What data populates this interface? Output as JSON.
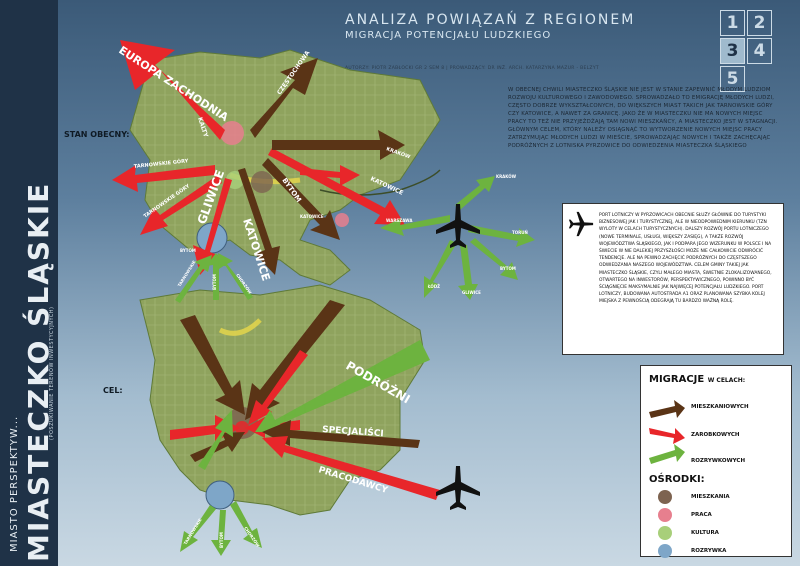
{
  "sidebar": {
    "main": "MIASTECZKO ŚLĄSKIE",
    "series": "MIASTO PERSPEKTYW...",
    "sub": "(POSZUKIWANIE TERENÓW INWESTYCYJNYCH)"
  },
  "header": {
    "title": "ANALIZA POWIĄZAŃ Z REGIONEM",
    "subtitle": "MIGRACJA POTENCJAŁU LUDZKIEGO",
    "authors": "AUTORZY: PIOTR ZABŁOCKI  GR 2 SEM 8   |   PROWADZĄCY: DR INŻ. ARCH. KATARZYNA MAZUR - BELZYT",
    "nav": [
      "1",
      "2",
      "3",
      "4",
      "5"
    ],
    "active_nav": "3"
  },
  "intro": "W OBECNEJ CHWILI MIASTECZKO ŚLĄSKIE NIE JEST W STANIE ZAPEWNIĆ MŁODYM LUDZIOM ROZWOJU KULTUROWEGO I ZAWODOWEGO. SPROWADZAŁO TO EMIGRACJĘ MŁODYCH LUDZI, CZĘSTO DOBRZE WYKSZTAŁCONYCH, DO WIĘKSZYCH MIAST TAKICH JAK TARNOWSKIE GÓRY CZY KATOWICE, A NAWET ZA GRANICĘ. JAKO ŻE W MIASTECZKU NIE MA NOWYCH MIEJSC PRACY TO TEŻ NIE PRZYJEŻDŻAJĄ TAM NOWI MIESZKAŃCY, A MIASTECZKO JEST W STAGNACJI. GŁÓWNYM CELEM, KTÓRY NALEŻY OSIĄGNĄĆ TO WYTWORZENIE NOWYCH MIEJSC PRACY ZATRZYMUJĄC MŁODYCH LUDZI W MIEŚCIE, SPROWADZAJĄC NOWYCH I TAKŻE ZACHĘCAJĄC PODRÓŻNYCH Z LOTNISKA PYRZOWICE DO ODWIEDZENIA MIASTECZKA ŚLĄSKIEGO",
  "airport_text": "PORT LOTNICZY W PYRZOWICACH OBECNIE SŁUŻY GŁÓWNIE DO TURYSTYKI BIZNESOWEJ JAK I TURYSTYCZNEJ, ALE W NIEODPOWIEDNIM KIERUNKU (TZN WYLOTY W CELACH TURYSTYCZNYCH). DALSZY ROZWÓJ PORTU LOTNICZEGO (NOWE TERMINALE, USŁUGI, WIĘKSZY ZASIĘG), A TAKŻE ROZWÓJ WOJEWÓDZTWA ŚLĄSKIEGO, JAK I PODPARA JEGO WIZERUNKU W POLSCE I NA ŚWIECIE W NIE DALEKIEJ PRZYSZŁOŚCI MOŻE NIE CAŁKOWICIE ODWRÓCIĆ TENDENCJE. ALE NA PEWNO ZACHĘCIĆ PODRÓŻNYCH DO CZĘSTSZEGO ODWIEDZANIA NASZEGO WOJEWÓDZTWA. CELEM GMINY TAKIEJ JAK MIASTECZKO ŚLĄSKIE, CZYLI MAŁEGO MIASTA, ŚWIETNIE ZLOKALIZOWANEGO, OTWARTEGO NA INWESTORÓW, PERSPEKTYWICZNEGO, POWINNO BYĆ ŚCIĄGNIĘCIE MAKSYMALNIE JAK NAJWIĘCEJ POTENCJAŁU LUDZKIEGO. PORT LOTNICZY, BUDOWANA AUTOSTRADA A1 ORAZ PLANOWANA SZYBKA KOLEJ MIEJSKA Z PEWNOŚCIĄ ODEGRAJĄ TU BARDZO WAŻNĄ ROLĘ.",
  "map_top": {
    "section_label": "STAN OBECNY:",
    "arrows_out": [
      "EUROPA ZACHODNIA",
      "CZĘSTOCHOWA",
      "KALTY",
      "TARNOWSKIE GÓRY",
      "TARNOWSKIE GÓRY",
      "BYTOM",
      "KATOWICE",
      "GLIWICE",
      "KATOWICE",
      "BYTOM",
      "KATOWICE",
      "KRAKÓW"
    ],
    "arrows_in": [
      "TARNOWSKIE",
      "BYTOM",
      "CHORZÓW"
    ],
    "airport_arrows": [
      "KRAKÓW",
      "TORUŃ",
      "WARSZAWA",
      "ŁÓDŹ",
      "GLIWICE",
      "BYTOM"
    ]
  },
  "map_bottom": {
    "section_label": "CEL:",
    "arrows_in": [
      "PODRÓŻNI",
      "SPECJALIŚCI",
      "PRACODAWCY"
    ],
    "arrows_out": [
      "TARNOWSKIE",
      "BYTOM",
      "CHORZÓW"
    ]
  },
  "legend": {
    "migration_title": "MIGRACJE",
    "migration_subtitle": "W CELACH:",
    "migration_items": [
      {
        "label": "MIESZKANIOWYCH",
        "color": "#5a3416"
      },
      {
        "label": "ZAROBKOWYCH",
        "color": "#e8262a"
      },
      {
        "label": "ROZRYWKOWYCH",
        "color": "#6db33f"
      }
    ],
    "centers_title": "OŚRODKI:",
    "centers_items": [
      {
        "label": "MIESZKANIA",
        "color": "#7d6350"
      },
      {
        "label": "PRACA",
        "color": "#e77f8e"
      },
      {
        "label": "KULTURA",
        "color": "#a8cf7a"
      },
      {
        "label": "ROZRYWKA",
        "color": "#7ea6c8"
      }
    ]
  }
}
